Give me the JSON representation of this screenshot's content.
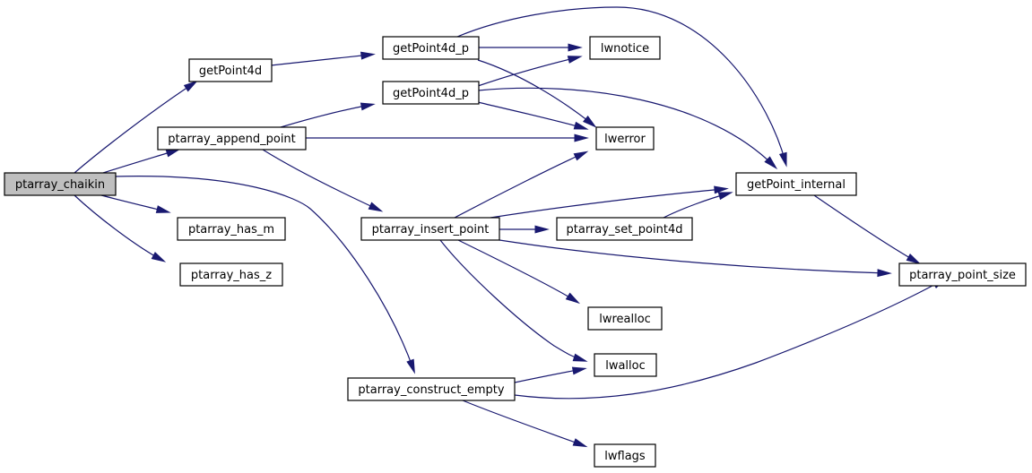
{
  "graph": {
    "nodes": [
      {
        "id": "ptarray_chaikin",
        "label": "ptarray_chaikin",
        "root": true
      },
      {
        "id": "getPoint4d",
        "label": "getPoint4d"
      },
      {
        "id": "ptarray_append_point",
        "label": "ptarray_append_point"
      },
      {
        "id": "ptarray_has_m",
        "label": "ptarray_has_m"
      },
      {
        "id": "ptarray_has_z",
        "label": "ptarray_has_z"
      },
      {
        "id": "ptarray_construct_empty",
        "label": "ptarray_construct_empty"
      },
      {
        "id": "getPoint4d_p_1",
        "label": "getPoint4d_p"
      },
      {
        "id": "getPoint4d_p_2",
        "label": "getPoint4d_p"
      },
      {
        "id": "ptarray_insert_point",
        "label": "ptarray_insert_point"
      },
      {
        "id": "lwnotice",
        "label": "lwnotice"
      },
      {
        "id": "lwerror",
        "label": "lwerror"
      },
      {
        "id": "lwrealloc",
        "label": "lwrealloc"
      },
      {
        "id": "lwalloc",
        "label": "lwalloc"
      },
      {
        "id": "lwflags",
        "label": "lwflags"
      },
      {
        "id": "ptarray_set_point4d",
        "label": "ptarray_set_point4d"
      },
      {
        "id": "getPoint_internal",
        "label": "getPoint_internal"
      },
      {
        "id": "ptarray_point_size",
        "label": "ptarray_point_size"
      }
    ],
    "edges": [
      {
        "from": "ptarray_chaikin",
        "to": "getPoint4d"
      },
      {
        "from": "ptarray_chaikin",
        "to": "ptarray_append_point"
      },
      {
        "from": "ptarray_chaikin",
        "to": "ptarray_has_m"
      },
      {
        "from": "ptarray_chaikin",
        "to": "ptarray_has_z"
      },
      {
        "from": "ptarray_chaikin",
        "to": "ptarray_construct_empty"
      },
      {
        "from": "getPoint4d",
        "to": "getPoint4d_p_1"
      },
      {
        "from": "getPoint4d_p_1",
        "to": "lwnotice"
      },
      {
        "from": "getPoint4d_p_1",
        "to": "lwerror"
      },
      {
        "from": "getPoint4d_p_1",
        "to": "getPoint_internal"
      },
      {
        "from": "ptarray_append_point",
        "to": "getPoint4d_p_2"
      },
      {
        "from": "ptarray_append_point",
        "to": "lwerror"
      },
      {
        "from": "ptarray_append_point",
        "to": "ptarray_insert_point"
      },
      {
        "from": "getPoint4d_p_2",
        "to": "lwnotice"
      },
      {
        "from": "getPoint4d_p_2",
        "to": "lwerror"
      },
      {
        "from": "getPoint4d_p_2",
        "to": "getPoint_internal"
      },
      {
        "from": "ptarray_insert_point",
        "to": "lwerror"
      },
      {
        "from": "ptarray_insert_point",
        "to": "getPoint_internal"
      },
      {
        "from": "ptarray_insert_point",
        "to": "ptarray_set_point4d"
      },
      {
        "from": "ptarray_insert_point",
        "to": "ptarray_point_size"
      },
      {
        "from": "ptarray_insert_point",
        "to": "lwrealloc"
      },
      {
        "from": "ptarray_insert_point",
        "to": "lwalloc"
      },
      {
        "from": "ptarray_set_point4d",
        "to": "getPoint_internal"
      },
      {
        "from": "getPoint_internal",
        "to": "ptarray_point_size"
      },
      {
        "from": "ptarray_construct_empty",
        "to": "lwalloc"
      },
      {
        "from": "ptarray_construct_empty",
        "to": "lwflags"
      },
      {
        "from": "ptarray_construct_empty",
        "to": "ptarray_point_size"
      }
    ]
  }
}
